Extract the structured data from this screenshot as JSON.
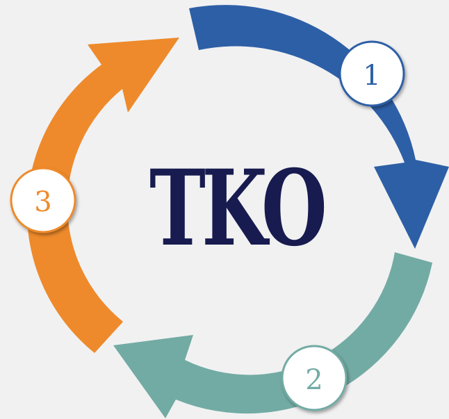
{
  "logo": {
    "text": "TKO",
    "color": "#171b4f"
  },
  "steps": [
    {
      "number": "1",
      "color": "#2d5fa6"
    },
    {
      "number": "2",
      "color": "#72aba4"
    },
    {
      "number": "3",
      "color": "#ee8a2b"
    }
  ],
  "background": "#f1f1f2",
  "badge_fill": "#ffffff"
}
